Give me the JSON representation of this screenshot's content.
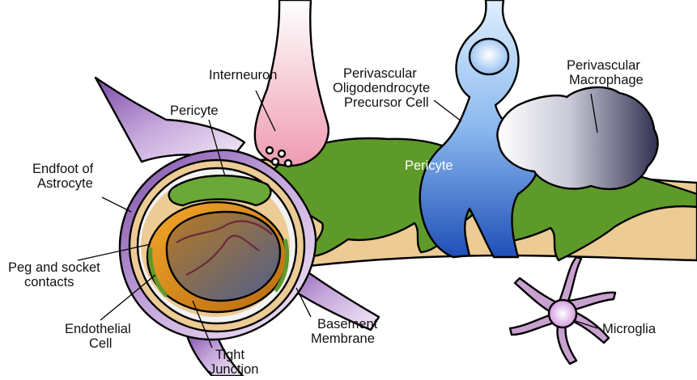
{
  "labels": {
    "interneuron": "Interneuron",
    "pericyte_left": "Pericyte",
    "opc_1": "Perivascular",
    "opc_2": "Oligodendrocyte",
    "opc_3": "Precursor Cell",
    "macrophage_1": "Perivascular",
    "macrophage_2": "Macrophage",
    "endfoot_1": "Endfoot of",
    "endfoot_2": "Astrocyte",
    "pericyte_right": "Pericyte",
    "peg_1": "Peg and socket",
    "peg_2": "contacts",
    "endothelial_1": "Endothelial",
    "endothelial_2": "Cell",
    "basement_1": "Basement",
    "basement_2": "Membrane",
    "tight_1": "Tight",
    "tight_2": "Junction",
    "microglia": "Microglia"
  },
  "colors": {
    "astrocyte": "#b99ad0",
    "pericyte": "#5e9a2a",
    "basement": "#eccb95",
    "endothelial": "#d98a1a",
    "opc": "#7fb0e8",
    "macrophage": "#8e8ea8",
    "interneuron": "#f2b7c4",
    "microglia": "#c9a1d0"
  }
}
